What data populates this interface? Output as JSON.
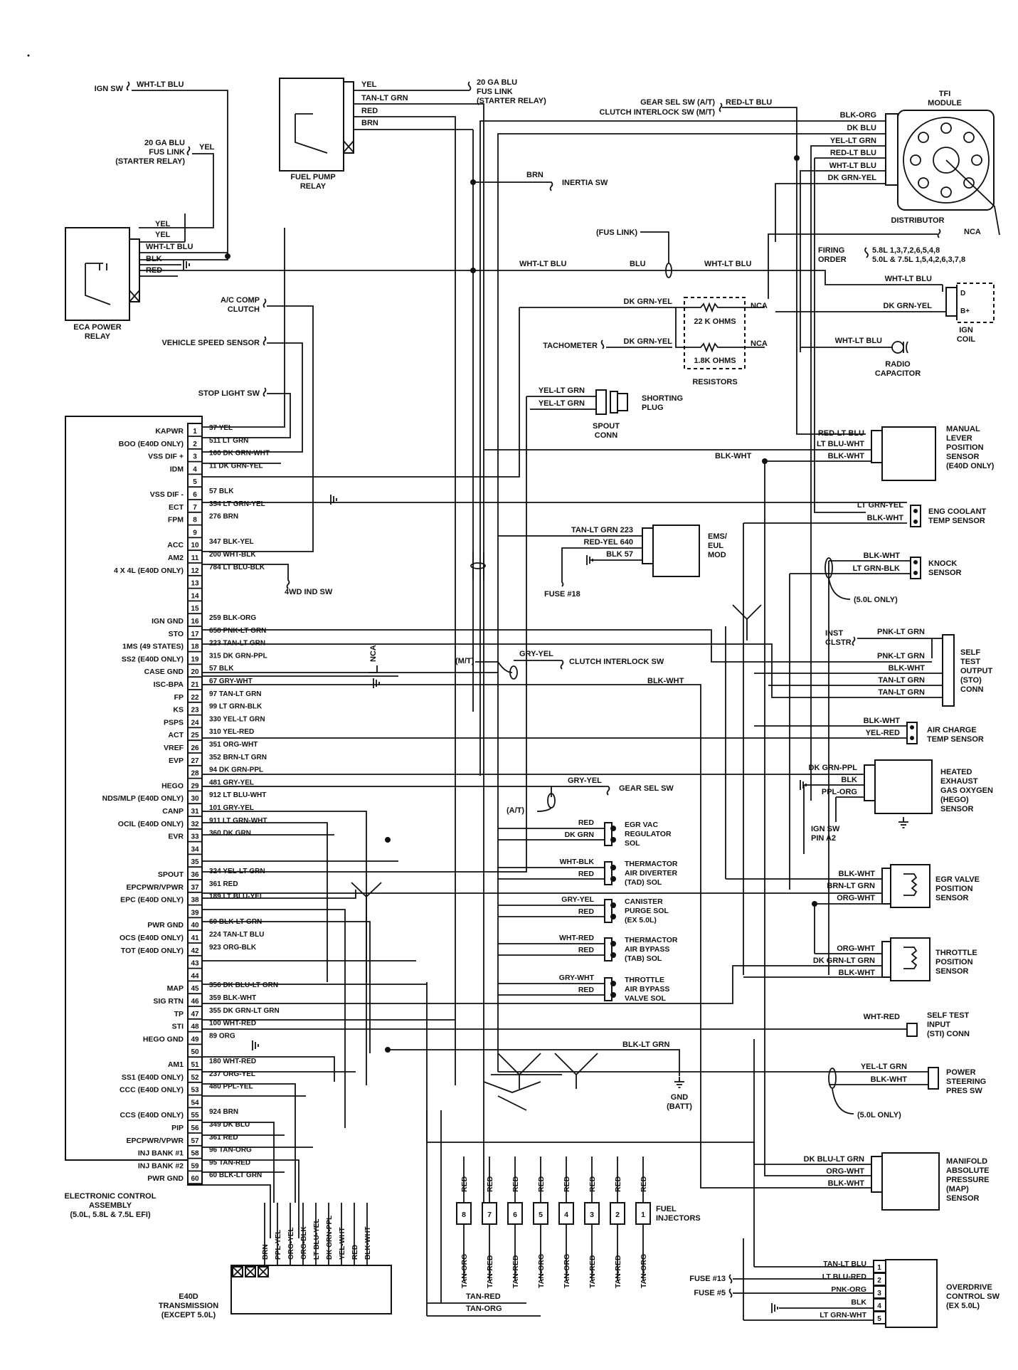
{
  "ecm": {
    "pins": [
      {
        "n": 1,
        "func": "KAPWR",
        "wire": "37 YEL"
      },
      {
        "n": 2,
        "func": "BOO (E40D ONLY)",
        "wire": "511 LT GRN"
      },
      {
        "n": 3,
        "func": "VSS DIF +",
        "wire": "160 DK GRN-WHT"
      },
      {
        "n": 4,
        "func": "IDM",
        "wire": "11 DK GRN-YEL"
      },
      {
        "n": 5,
        "func": "",
        "wire": ""
      },
      {
        "n": 6,
        "func": "VSS DIF -",
        "wire": "57 BLK"
      },
      {
        "n": 7,
        "func": "ECT",
        "wire": "354 LT GRN-YEL"
      },
      {
        "n": 8,
        "func": "FPM",
        "wire": "276 BRN"
      },
      {
        "n": 9,
        "func": "",
        "wire": ""
      },
      {
        "n": 10,
        "func": "ACC",
        "wire": "347 BLK-YEL"
      },
      {
        "n": 11,
        "func": "AM2",
        "wire": "200 WHT-BLK"
      },
      {
        "n": 12,
        "func": "4 X 4L (E40D ONLY)",
        "wire": "784 LT BLU-BLK"
      },
      {
        "n": 13,
        "func": "",
        "wire": ""
      },
      {
        "n": 14,
        "func": "",
        "wire": ""
      },
      {
        "n": 15,
        "func": "",
        "wire": ""
      },
      {
        "n": 16,
        "func": "IGN GND",
        "wire": "259 BLK-ORG"
      },
      {
        "n": 17,
        "func": "STO",
        "wire": "658 PNK-LT GRN"
      },
      {
        "n": 18,
        "func": "1MS (49 STATES)",
        "wire": "223 TAN-LT GRN"
      },
      {
        "n": 19,
        "func": "SS2 (E40D ONLY)",
        "wire": "315 DK GRN-PPL"
      },
      {
        "n": 20,
        "func": "CASE GND",
        "wire": "57 BLK"
      },
      {
        "n": 21,
        "func": "ISC-BPA",
        "wire": "67 GRY-WHT"
      },
      {
        "n": 22,
        "func": "FP",
        "wire": "97 TAN-LT GRN"
      },
      {
        "n": 23,
        "func": "KS",
        "wire": "99 LT GRN-BLK"
      },
      {
        "n": 24,
        "func": "PSPS",
        "wire": "330 YEL-LT GRN"
      },
      {
        "n": 25,
        "func": "ACT",
        "wire": "310 YEL-RED"
      },
      {
        "n": 26,
        "func": "VREF",
        "wire": "351 ORG-WHT"
      },
      {
        "n": 27,
        "func": "EVP",
        "wire": "352 BRN-LT GRN"
      },
      {
        "n": 28,
        "func": "",
        "wire": "94 DK GRN-PPL"
      },
      {
        "n": 29,
        "func": "HEGO",
        "wire": "481 GRY-YEL"
      },
      {
        "n": 30,
        "func": "NDS/MLP (E40D ONLY)",
        "wire": "912 LT BLU-WHT"
      },
      {
        "n": 31,
        "func": "CANP",
        "wire": "101 GRY-YEL"
      },
      {
        "n": 32,
        "func": "OCIL (E40D ONLY)",
        "wire": "911 LT GRN-WHT"
      },
      {
        "n": 33,
        "func": "EVR",
        "wire": "360 DK GRN"
      },
      {
        "n": 34,
        "func": "",
        "wire": ""
      },
      {
        "n": 35,
        "func": "",
        "wire": ""
      },
      {
        "n": 36,
        "func": "SPOUT",
        "wire": "324 YEL-LT GRN"
      },
      {
        "n": 37,
        "func": "EPCPWR/VPWR",
        "wire": "361 RED"
      },
      {
        "n": 38,
        "func": "EPC (E40D ONLY)",
        "wire": "189 LT BLU-YEL"
      },
      {
        "n": 39,
        "func": "",
        "wire": ""
      },
      {
        "n": 40,
        "func": "PWR GND",
        "wire": "60 BLK-LT GRN"
      },
      {
        "n": 41,
        "func": "OCS (E40D ONLY)",
        "wire": "224 TAN-LT BLU"
      },
      {
        "n": 42,
        "func": "TOT (E40D ONLY)",
        "wire": "923 ORG-BLK"
      },
      {
        "n": 43,
        "func": "",
        "wire": ""
      },
      {
        "n": 44,
        "func": "",
        "wire": ""
      },
      {
        "n": 45,
        "func": "MAP",
        "wire": "356 DK BLU-LT GRN"
      },
      {
        "n": 46,
        "func": "SIG RTN",
        "wire": "359 BLK-WHT"
      },
      {
        "n": 47,
        "func": "TP",
        "wire": "355 DK GRN-LT GRN"
      },
      {
        "n": 48,
        "func": "STI",
        "wire": "100 WHT-RED"
      },
      {
        "n": 49,
        "func": "HEGO GND",
        "wire": "89 ORG"
      },
      {
        "n": 50,
        "func": "",
        "wire": ""
      },
      {
        "n": 51,
        "func": "AM1",
        "wire": "180 WHT-RED"
      },
      {
        "n": 52,
        "func": "SS1 (E40D ONLY)",
        "wire": "237 ORG-YEL"
      },
      {
        "n": 53,
        "func": "CCC (E40D ONLY)",
        "wire": "480 PPL-YEL"
      },
      {
        "n": 54,
        "func": "",
        "wire": ""
      },
      {
        "n": 55,
        "func": "CCS (E40D ONLY)",
        "wire": "924 BRN"
      },
      {
        "n": 56,
        "func": "PIP",
        "wire": "349 DK BLU"
      },
      {
        "n": 57,
        "func": "EPCPWR/VPWR",
        "wire": "361 RED"
      },
      {
        "n": 58,
        "func": "INJ BANK #1",
        "wire": "96 TAN-ORG"
      },
      {
        "n": 59,
        "func": "INJ BANK #2",
        "wire": "95 TAN-RED"
      },
      {
        "n": 60,
        "func": "PWR GND",
        "wire": "60 BLK-LT GRN"
      }
    ],
    "caption": [
      "ELECTRONIC CONTROL",
      "ASSEMBLY",
      "(5.0L, 5.8L & 7.5L EFI)"
    ]
  },
  "top_left": {
    "ign_sw": "IGN SW",
    "ign_wire": "WHT-LT BLU",
    "fus_link": [
      "20 GA BLU",
      "FUS LINK",
      "(STARTER RELAY)"
    ],
    "fus_wire": "YEL",
    "eca_relay_wires": [
      "YEL",
      "YEL",
      "WHT-LT BLU",
      "BLK",
      "RED"
    ],
    "eca_relay_label": [
      "ECA POWER",
      "RELAY"
    ],
    "fuel_pump_wires": [
      "YEL",
      "TAN-LT GRN",
      "RED",
      "BRN"
    ],
    "fuel_pump_label": [
      "FUEL PUMP",
      "RELAY"
    ],
    "fp_fus_link": [
      "20 GA BLU",
      "FUS LINK",
      "(STARTER RELAY)"
    ],
    "ac_clutch": [
      "A/C COMP",
      "CLUTCH"
    ],
    "vss": "VEHICLE SPEED SENSOR",
    "stop_light": "STOP LIGHT SW"
  },
  "inertia": {
    "wire": "BRN",
    "label": "INERTIA SW"
  },
  "gear_sel": {
    "lines": [
      "GEAR SEL SW (A/T)",
      "CLUTCH INTERLOCK SW (M/T)"
    ],
    "wire": "RED-LT BLU"
  },
  "distributor": {
    "tfi": [
      "TFI",
      "MODULE"
    ],
    "wires": [
      "BLK-ORG",
      "DK BLU",
      "YEL-LT GRN",
      "RED-LT BLU",
      "WHT-LT BLU",
      "DK GRN-YEL"
    ],
    "label": "DISTRIBUTOR",
    "nca": "NCA"
  },
  "firing": {
    "label": [
      "FIRING",
      "ORDER"
    ],
    "orders": [
      "5.8L 1,3,7,2,6,5,4,8",
      "5.0L & 7.5L 1,5,4,2,6,3,7,8"
    ]
  },
  "fus_link_mid": {
    "label": "(FUS LINK)",
    "left": "WHT-LT BLU",
    "mid": "BLU",
    "right": "WHT-LT BLU"
  },
  "ign_coil": {
    "wires": [
      "WHT-LT BLU",
      "DK GRN-YEL"
    ],
    "label": [
      "IGN",
      "COIL"
    ],
    "terms": [
      "B+",
      "D"
    ]
  },
  "resistors": {
    "wire1": "DK GRN-YEL",
    "wire2": "DK GRN-YEL",
    "r1": "22 K OHMS",
    "r2": "1.8K OHMS",
    "nca1": "NCA",
    "nca2": "NCA",
    "label": "RESISTORS",
    "tach": "TACHOMETER"
  },
  "radio_cap": {
    "wire": "WHT-LT BLU",
    "label": [
      "RADIO",
      "CAPACITOR"
    ]
  },
  "spout": {
    "wires": [
      "YEL-LT GRN",
      "YEL-LT GRN"
    ],
    "conn": [
      "SPOUT",
      "CONN"
    ],
    "plug": [
      "SHORTING",
      "PLUG"
    ]
  },
  "mlps": {
    "wires": [
      "RED-LT BLU",
      "LT BLU-WHT",
      "BLK-WHT"
    ],
    "label": [
      "MANUAL",
      "LEVER",
      "POSITION",
      "SENSOR",
      "(E40D ONLY)"
    ],
    "wire_blk": "BLK-WHT"
  },
  "ect": {
    "wires": [
      "LT GRN-YEL",
      "BLK-WHT"
    ],
    "label": [
      "ENG COOLANT",
      "TEMP SENSOR"
    ]
  },
  "ems": {
    "wires": [
      "TAN-LT GRN 223",
      "RED-YEL 640",
      "BLK 57"
    ],
    "label": [
      "EMS/",
      "EUL",
      "MOD"
    ],
    "fuse": "FUSE #18"
  },
  "knock": {
    "wires": [
      "BLK-WHT",
      "LT GRN-BLK"
    ],
    "label": [
      "KNOCK",
      "SENSOR"
    ],
    "note": "(5.0L ONLY)"
  },
  "fourwd": "4WD IND SW",
  "sto": {
    "inst": [
      "INST",
      "CLSTR"
    ],
    "wires": [
      "PNK-LT GRN",
      "PNK-LT GRN",
      "BLK-WHT",
      "TAN-LT GRN",
      "TAN-LT GRN"
    ],
    "label": [
      "SELF",
      "TEST",
      "OUTPUT",
      "(STO)",
      "CONN"
    ]
  },
  "clutch_il": {
    "mt": "(M/T)",
    "wire": "GRY-YEL",
    "label": "CLUTCH INTERLOCK SW",
    "blk": "BLK-WHT"
  },
  "act": {
    "wires": [
      "BLK-WHT",
      "YEL-RED"
    ],
    "label": [
      "AIR CHARGE",
      "TEMP SENSOR"
    ]
  },
  "hego": {
    "wires": [
      "DK GRN-PPL",
      "BLK",
      "PPL-ORG"
    ],
    "label": [
      "HEATED",
      "EXHAUST",
      "GAS OXYGEN",
      "(HEGO)",
      "SENSOR"
    ],
    "ign": [
      "IGN SW",
      "PIN A2"
    ]
  },
  "gear_sel_at": {
    "at": "(A/T)",
    "wire": "GRY-YEL",
    "label": "GEAR SEL SW"
  },
  "nca_vert": "NCA",
  "solenoids": [
    {
      "wires": [
        "RED",
        "DK GRN"
      ],
      "label": [
        "EGR VAC",
        "REGULATOR",
        "SOL"
      ]
    },
    {
      "wires": [
        "WHT-BLK",
        "RED"
      ],
      "label": [
        "THERMACTOR",
        "AIR DIVERTER",
        "(TAD) SOL"
      ]
    },
    {
      "wires": [
        "GRY-YEL",
        "RED"
      ],
      "label": [
        "CANISTER",
        "PURGE SOL",
        "(EX 5.0L)"
      ]
    },
    {
      "wires": [
        "WHT-RED",
        "RED"
      ],
      "label": [
        "THERMACTOR",
        "AIR BYPASS",
        "(TAB) SOL"
      ]
    },
    {
      "wires": [
        "GRY-WHT",
        "RED"
      ],
      "label": [
        "THROTTLE",
        "AIR BYPASS",
        "VALVE SOL"
      ]
    }
  ],
  "egr": {
    "wires": [
      "BLK-WHT",
      "BRN-LT GRN",
      "ORG-WHT"
    ],
    "label": [
      "EGR VALVE",
      "POSITION",
      "SENSOR"
    ]
  },
  "tps": {
    "wires": [
      "ORG-WHT",
      "DK GRN-LT GRN",
      "BLK-WHT"
    ],
    "label": [
      "THROTTLE",
      "POSITION",
      "SENSOR"
    ]
  },
  "sti": {
    "wire": "WHT-RED",
    "label": [
      "SELF TEST",
      "INPUT",
      "(STI) CONN"
    ]
  },
  "gnd": {
    "wire": "BLK-LT GRN",
    "label": [
      "GND",
      "(BATT)"
    ]
  },
  "psps": {
    "wires": [
      "YEL-LT GRN",
      "BLK-WHT"
    ],
    "label": [
      "POWER",
      "STEERING",
      "PRES SW"
    ],
    "note": "(5.0L ONLY)"
  },
  "map": {
    "wires": [
      "DK BLU-LT GRN",
      "ORG-WHT",
      "BLK-WHT"
    ],
    "label": [
      "MANIFOLD",
      "ABSOLUTE",
      "PRESSURE",
      "(MAP)",
      "SENSOR"
    ]
  },
  "injectors": {
    "nums": [
      "8",
      "7",
      "6",
      "5",
      "4",
      "3",
      "2",
      "1"
    ],
    "top": [
      "RED",
      "RED",
      "RED",
      "RED",
      "RED",
      "RED",
      "RED",
      "RED"
    ],
    "bottom": [
      "TAN-ORG",
      "TAN-RED",
      "TAN-RED",
      "TAN-ORG",
      "TAN-ORG",
      "TAN-RED",
      "TAN-RED",
      "TAN-ORG"
    ],
    "label": [
      "FUEL",
      "INJECTORS"
    ],
    "bus1": "TAN-RED",
    "bus2": "TAN-ORG"
  },
  "trans": {
    "wires": [
      "BRN",
      "PPL-YEL",
      "ORG-YEL",
      "ORG-BLK",
      "LT BLU-YEL",
      "DK GRN-PPL",
      "YEL-WHT",
      "RED",
      "BLK-WHT"
    ],
    "label": [
      "E40D",
      "TRANSMISSION",
      "(EXCEPT 5.0L)"
    ]
  },
  "overdrive": {
    "wires": [
      "TAN-LT BLU",
      "LT BLU-RED",
      "PNK-ORG",
      "BLK",
      "LT GRN-WHT"
    ],
    "pins": [
      "1",
      "2",
      "3",
      "4",
      "5"
    ],
    "fuse13": "FUSE #13",
    "fuse5": "FUSE #5",
    "label": [
      "OVERDRIVE",
      "CONTROL SW",
      "(EX 5.0L)"
    ]
  }
}
